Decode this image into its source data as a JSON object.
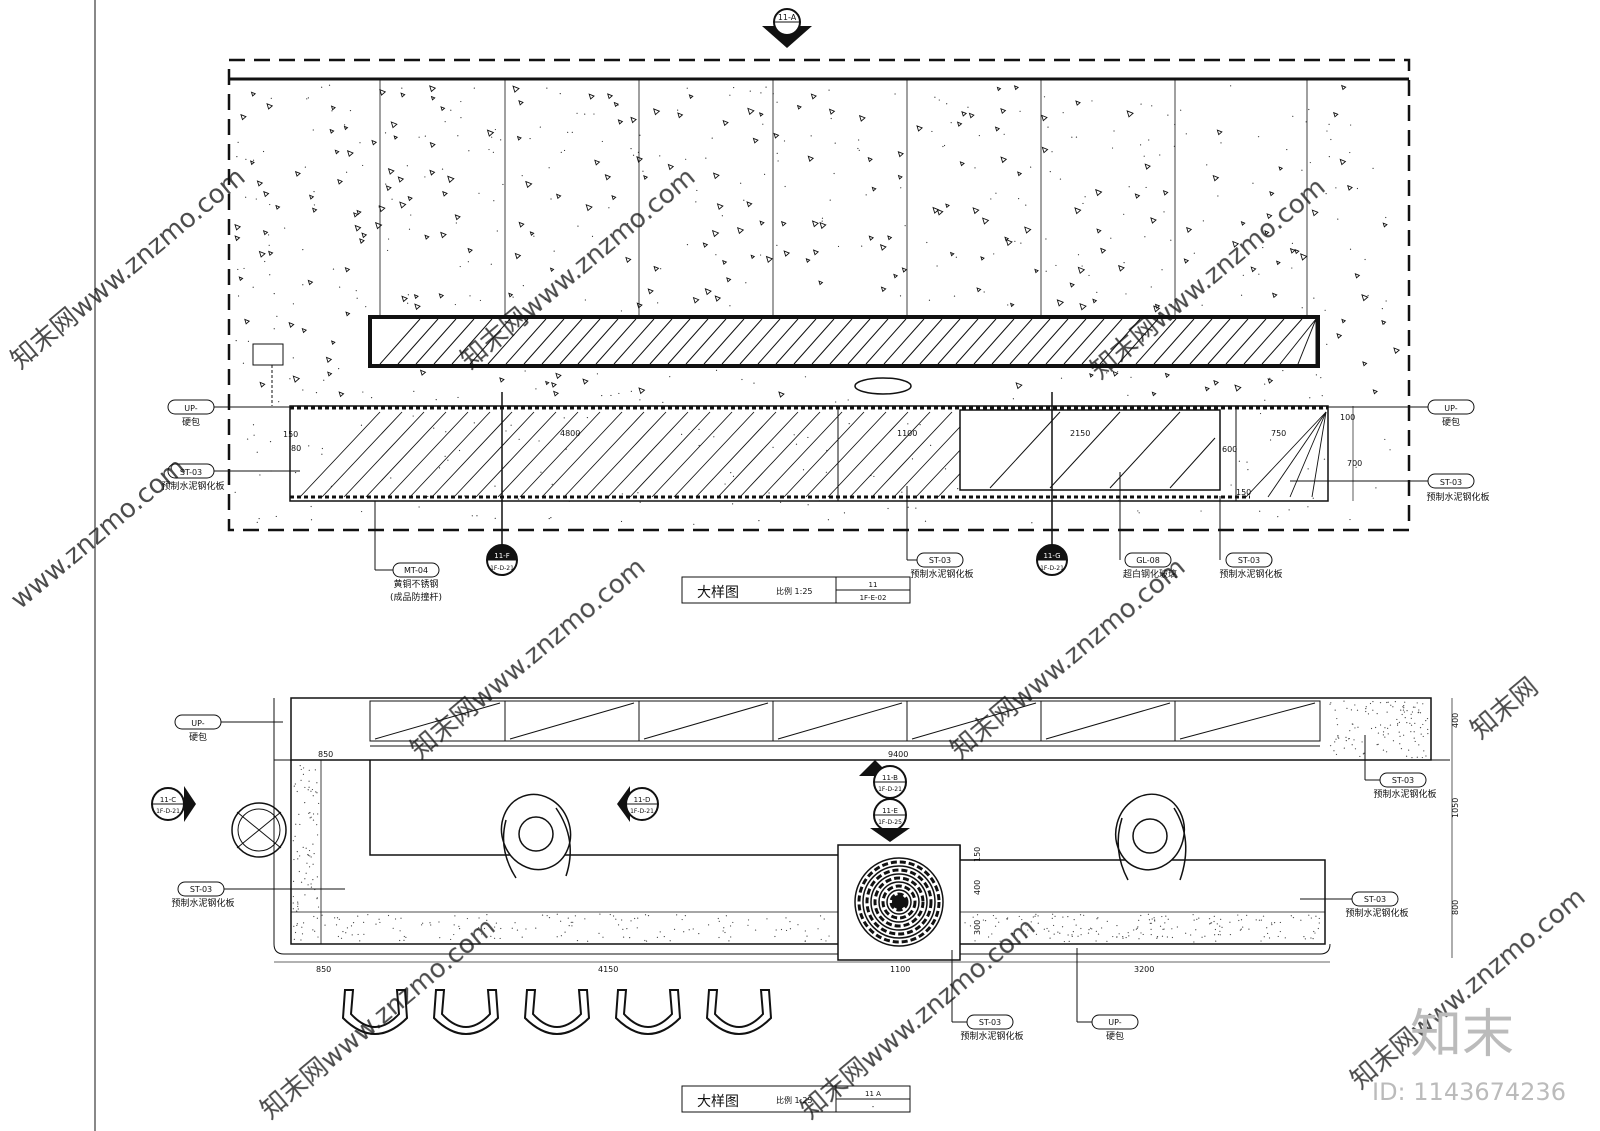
{
  "sections": {
    "elevation_ref": "11-A",
    "detail_1_f": {
      "top": "11-F",
      "bottom": "1F-D-21"
    },
    "detail_1_g": {
      "top": "11-G",
      "bottom": "1F-D-21"
    },
    "detail_2_b": {
      "top": "11-B",
      "bottom": "1F-D-21"
    },
    "detail_2_e": {
      "top": "11-E",
      "bottom": "1F-D-25"
    },
    "detail_2_c": {
      "top": "11-C",
      "bottom": "1F-D-21"
    },
    "detail_2_d": {
      "top": "11-D",
      "bottom": "1F-D-21"
    }
  },
  "elevation": {
    "dims": {
      "d150": "150",
      "d80": "80",
      "d4800": "4800",
      "d1100": "1100",
      "d2150": "2150",
      "d750": "750",
      "d600": "600",
      "d100": "100",
      "d700": "700",
      "d150b": "150"
    },
    "labels": {
      "up_left": {
        "code": "UP-",
        "desc": "硬包"
      },
      "up_right": {
        "code": "UP-",
        "desc": "硬包"
      },
      "st03_left": {
        "code": "ST-03",
        "desc": "预制水泥钢化板"
      },
      "st03_right": {
        "code": "ST-03",
        "desc": "预制水泥钢化板"
      },
      "mt04": {
        "code": "MT-04",
        "desc": "黄铜不锈钢",
        "desc2": "(成品防撞杆)"
      },
      "st03_mid": {
        "code": "ST-03",
        "desc": "预制水泥钢化板"
      },
      "gl08": {
        "code": "GL-08",
        "desc": "超白钢化玻璃"
      },
      "st03_mid2": {
        "code": "ST-03",
        "desc": "预制水泥钢化板"
      }
    },
    "title_block": {
      "title": "大样图",
      "scale": "比例 1:25",
      "num": "11",
      "sheet": "1F-E-02"
    }
  },
  "plan": {
    "dims": {
      "d850_top": "850",
      "d9400": "9400",
      "d850_bottom": "850",
      "d4150": "4150",
      "d1100": "1100",
      "d3200": "3200",
      "d400": "400",
      "d1050": "1050",
      "d800": "800",
      "d150": "150",
      "d400b": "400",
      "d300": "300"
    },
    "labels": {
      "up_top": {
        "code": "UP-",
        "desc": "硬包"
      },
      "st03_tr": {
        "code": "ST-03",
        "desc": "预制水泥钢化板"
      },
      "st03_left": {
        "code": "ST-03",
        "desc": "预制水泥钢化板"
      },
      "st03_right": {
        "code": "ST-03",
        "desc": "预制水泥钢化板"
      },
      "st03_bottom": {
        "code": "ST-03",
        "desc": "预制水泥钢化板"
      },
      "up_bottom": {
        "code": "UP-",
        "desc": "硬包"
      }
    },
    "title_block": {
      "title": "大样图",
      "scale": "比例 1:25",
      "num": "11 A",
      "sheet": "-"
    }
  },
  "watermark": {
    "logo": "知末",
    "id": "ID: 1143674236",
    "site": "www.znzmo.com",
    "brand": "知末网"
  },
  "colors": {
    "line": "#111111",
    "dim": "#333333",
    "watermark": "#c8c8c8"
  }
}
